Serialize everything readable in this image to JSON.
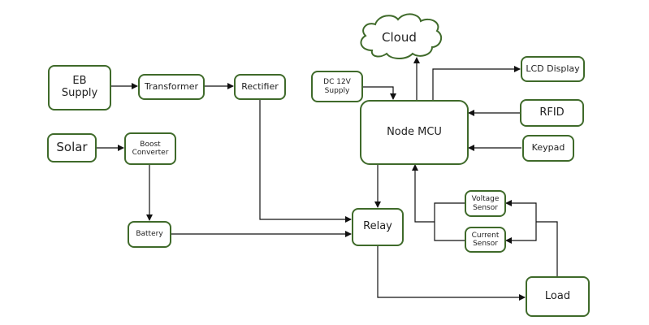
{
  "diagram": {
    "title": "",
    "nodes": {
      "eb_supply": "EB\nSupply",
      "transformer": "Transformer",
      "rectifier": "Rectifier",
      "solar": "Solar",
      "boost_converter": "Boost\nConverter",
      "battery": "Battery",
      "dc_supply": "DC 12V\nSupply",
      "node_mcu": "Node MCU",
      "cloud": "Cloud",
      "lcd_display": "LCD Display",
      "rfid": "RFID",
      "keypad": "Keypad",
      "relay": "Relay",
      "voltage_sensor": "Voltage\nSensor",
      "current_sensor": "Current\nSensor",
      "load": "Load"
    },
    "edges": [
      [
        "EB Supply",
        "Transformer"
      ],
      [
        "Transformer",
        "Rectifier"
      ],
      [
        "Rectifier",
        "Relay"
      ],
      [
        "Solar",
        "Boost Converter"
      ],
      [
        "Boost Converter",
        "Battery"
      ],
      [
        "Battery",
        "Relay"
      ],
      [
        "DC 12V Supply",
        "Node MCU"
      ],
      [
        "Node MCU",
        "Cloud"
      ],
      [
        "Node MCU",
        "LCD Display"
      ],
      [
        "RFID",
        "Node MCU"
      ],
      [
        "Keypad",
        "Node MCU"
      ],
      [
        "Node MCU",
        "Relay"
      ],
      [
        "Relay",
        "Load"
      ],
      [
        "Load",
        "Voltage Sensor"
      ],
      [
        "Load",
        "Current Sensor"
      ],
      [
        "Voltage Sensor",
        "Node MCU"
      ],
      [
        "Current Sensor",
        "Node MCU"
      ]
    ],
    "colors": {
      "box_border": "#3f6a2a",
      "wire": "#111111"
    }
  }
}
